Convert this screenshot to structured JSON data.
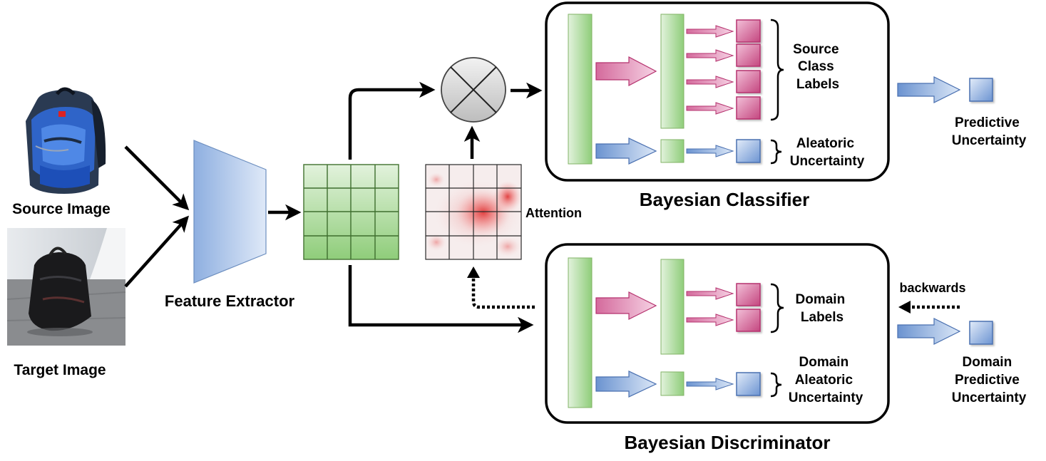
{
  "inputs": {
    "source_label": "Source Image",
    "target_label": "Target Image"
  },
  "feature_extractor": {
    "label": "Feature Extractor"
  },
  "attention": {
    "label": "Attention"
  },
  "classifier": {
    "title": "Bayesian Classifier",
    "class_labels": [
      "Source",
      "Class",
      "Labels"
    ],
    "aleatoric": [
      "Aleatoric",
      "Uncertainty"
    ],
    "predictive": [
      "Predictive",
      "Uncertainty"
    ]
  },
  "discriminator": {
    "title": "Bayesian Discriminator",
    "domain_labels": [
      "Domain",
      "Labels"
    ],
    "aleatoric": [
      "Domain",
      "Aleatoric",
      "Uncertainty"
    ],
    "predictive": [
      "Domain",
      "Predictive",
      "Uncertainty"
    ],
    "backwards": "backwards"
  },
  "colors": {
    "green_dark": "#82b366",
    "green_light": "#d5e8d4",
    "pink": "#e6a0c4",
    "magenta": "#b5326e",
    "blue": "#6c8ebf",
    "blue_light": "#dae8fc",
    "attention_red": "#e04040"
  }
}
